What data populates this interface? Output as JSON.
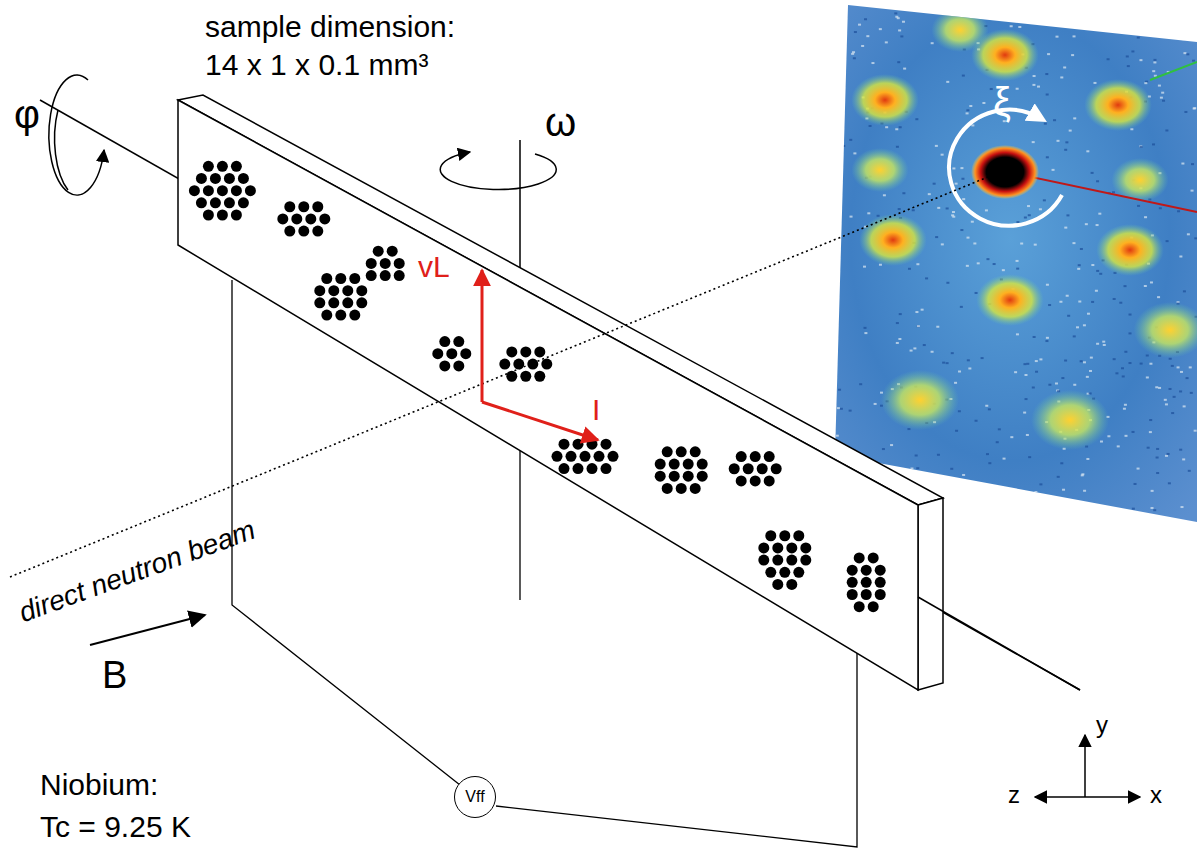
{
  "diagram": {
    "nodes": [
      {
        "text": [
          "Vff"
        ]
      }
    ],
    "labels": [
      "sample dimension:",
      "14 x 1 x 0.1 mm³",
      "ω",
      "φ",
      "vL",
      "I",
      "ξ",
      "direct neutron beam",
      "B",
      "Niobium:",
      "Tc = 9.25 K",
      "y",
      "z",
      "x"
    ]
  }
}
